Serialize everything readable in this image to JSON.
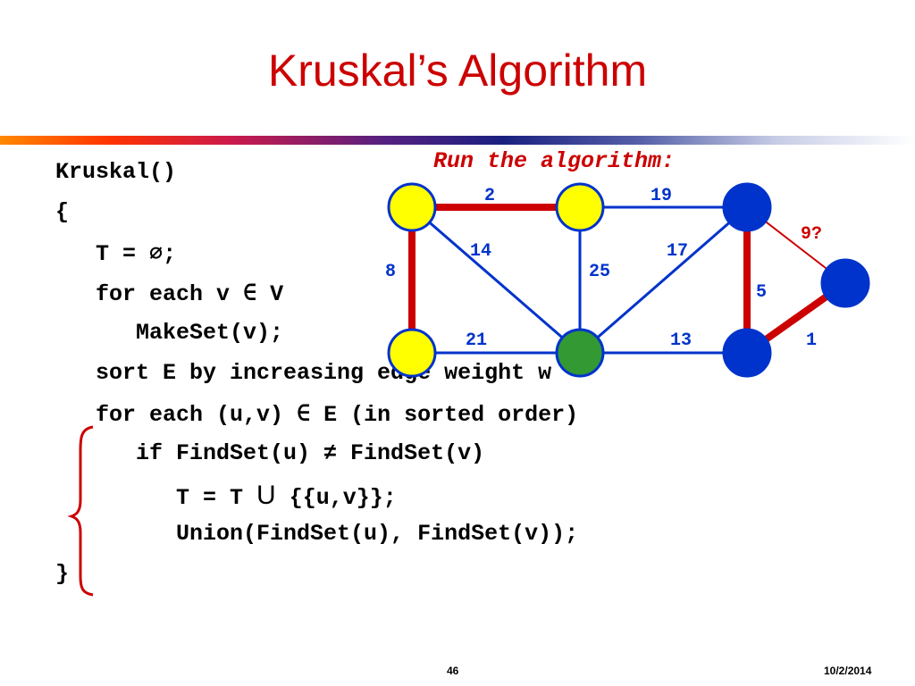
{
  "slide": {
    "title": "Kruskal’s Algorithm",
    "run_label": "Run the algorithm:",
    "page_number": "46",
    "date": "10/2/2014"
  },
  "code": {
    "lines": [
      "Kruskal()",
      "{",
      "   T = ∅;",
      "   for each v ∈ V",
      "      MakeSet(v);",
      "   sort E by increasing edge weight w",
      "   for each (u,v) ∈ E (in sorted order)",
      "      if FindSet(u) ≠ FindSet(v)",
      "         T = T ",
      "         Union(FindSet(u), FindSet(v));",
      "}"
    ],
    "union_symbol": "U",
    "union_suffix": " {{u,v}};"
  },
  "graph": {
    "colors": {
      "yellow": "#ffff00",
      "green": "#339933",
      "blue": "#0033cc",
      "tree_edge": "#cc0000",
      "normal_edge": "#0033cc",
      "candidate_edge": "#cc0000",
      "blue_label": "#0033cc",
      "red_label": "#cc0000"
    },
    "nodes": [
      {
        "id": "a",
        "color": "yellow"
      },
      {
        "id": "b",
        "color": "yellow"
      },
      {
        "id": "c",
        "color": "blue"
      },
      {
        "id": "d",
        "color": "blue"
      },
      {
        "id": "e",
        "color": "yellow"
      },
      {
        "id": "f",
        "color": "green"
      },
      {
        "id": "g",
        "color": "blue"
      }
    ],
    "edges": [
      {
        "u": "a",
        "v": "b",
        "weight": "2",
        "state": "tree"
      },
      {
        "u": "b",
        "v": "c",
        "weight": "19",
        "state": "normal"
      },
      {
        "u": "a",
        "v": "e",
        "weight": "8",
        "state": "tree"
      },
      {
        "u": "a",
        "v": "f",
        "weight": "14",
        "state": "normal"
      },
      {
        "u": "b",
        "v": "f",
        "weight": "25",
        "state": "normal"
      },
      {
        "u": "c",
        "v": "f",
        "weight": "17",
        "state": "normal"
      },
      {
        "u": "c",
        "v": "g",
        "weight": "5",
        "state": "tree"
      },
      {
        "u": "c",
        "v": "d",
        "weight": "9?",
        "state": "candidate"
      },
      {
        "u": "e",
        "v": "f",
        "weight": "21",
        "state": "normal"
      },
      {
        "u": "f",
        "v": "g",
        "weight": "13",
        "state": "normal"
      },
      {
        "u": "g",
        "v": "d",
        "weight": "1",
        "state": "tree"
      }
    ]
  }
}
